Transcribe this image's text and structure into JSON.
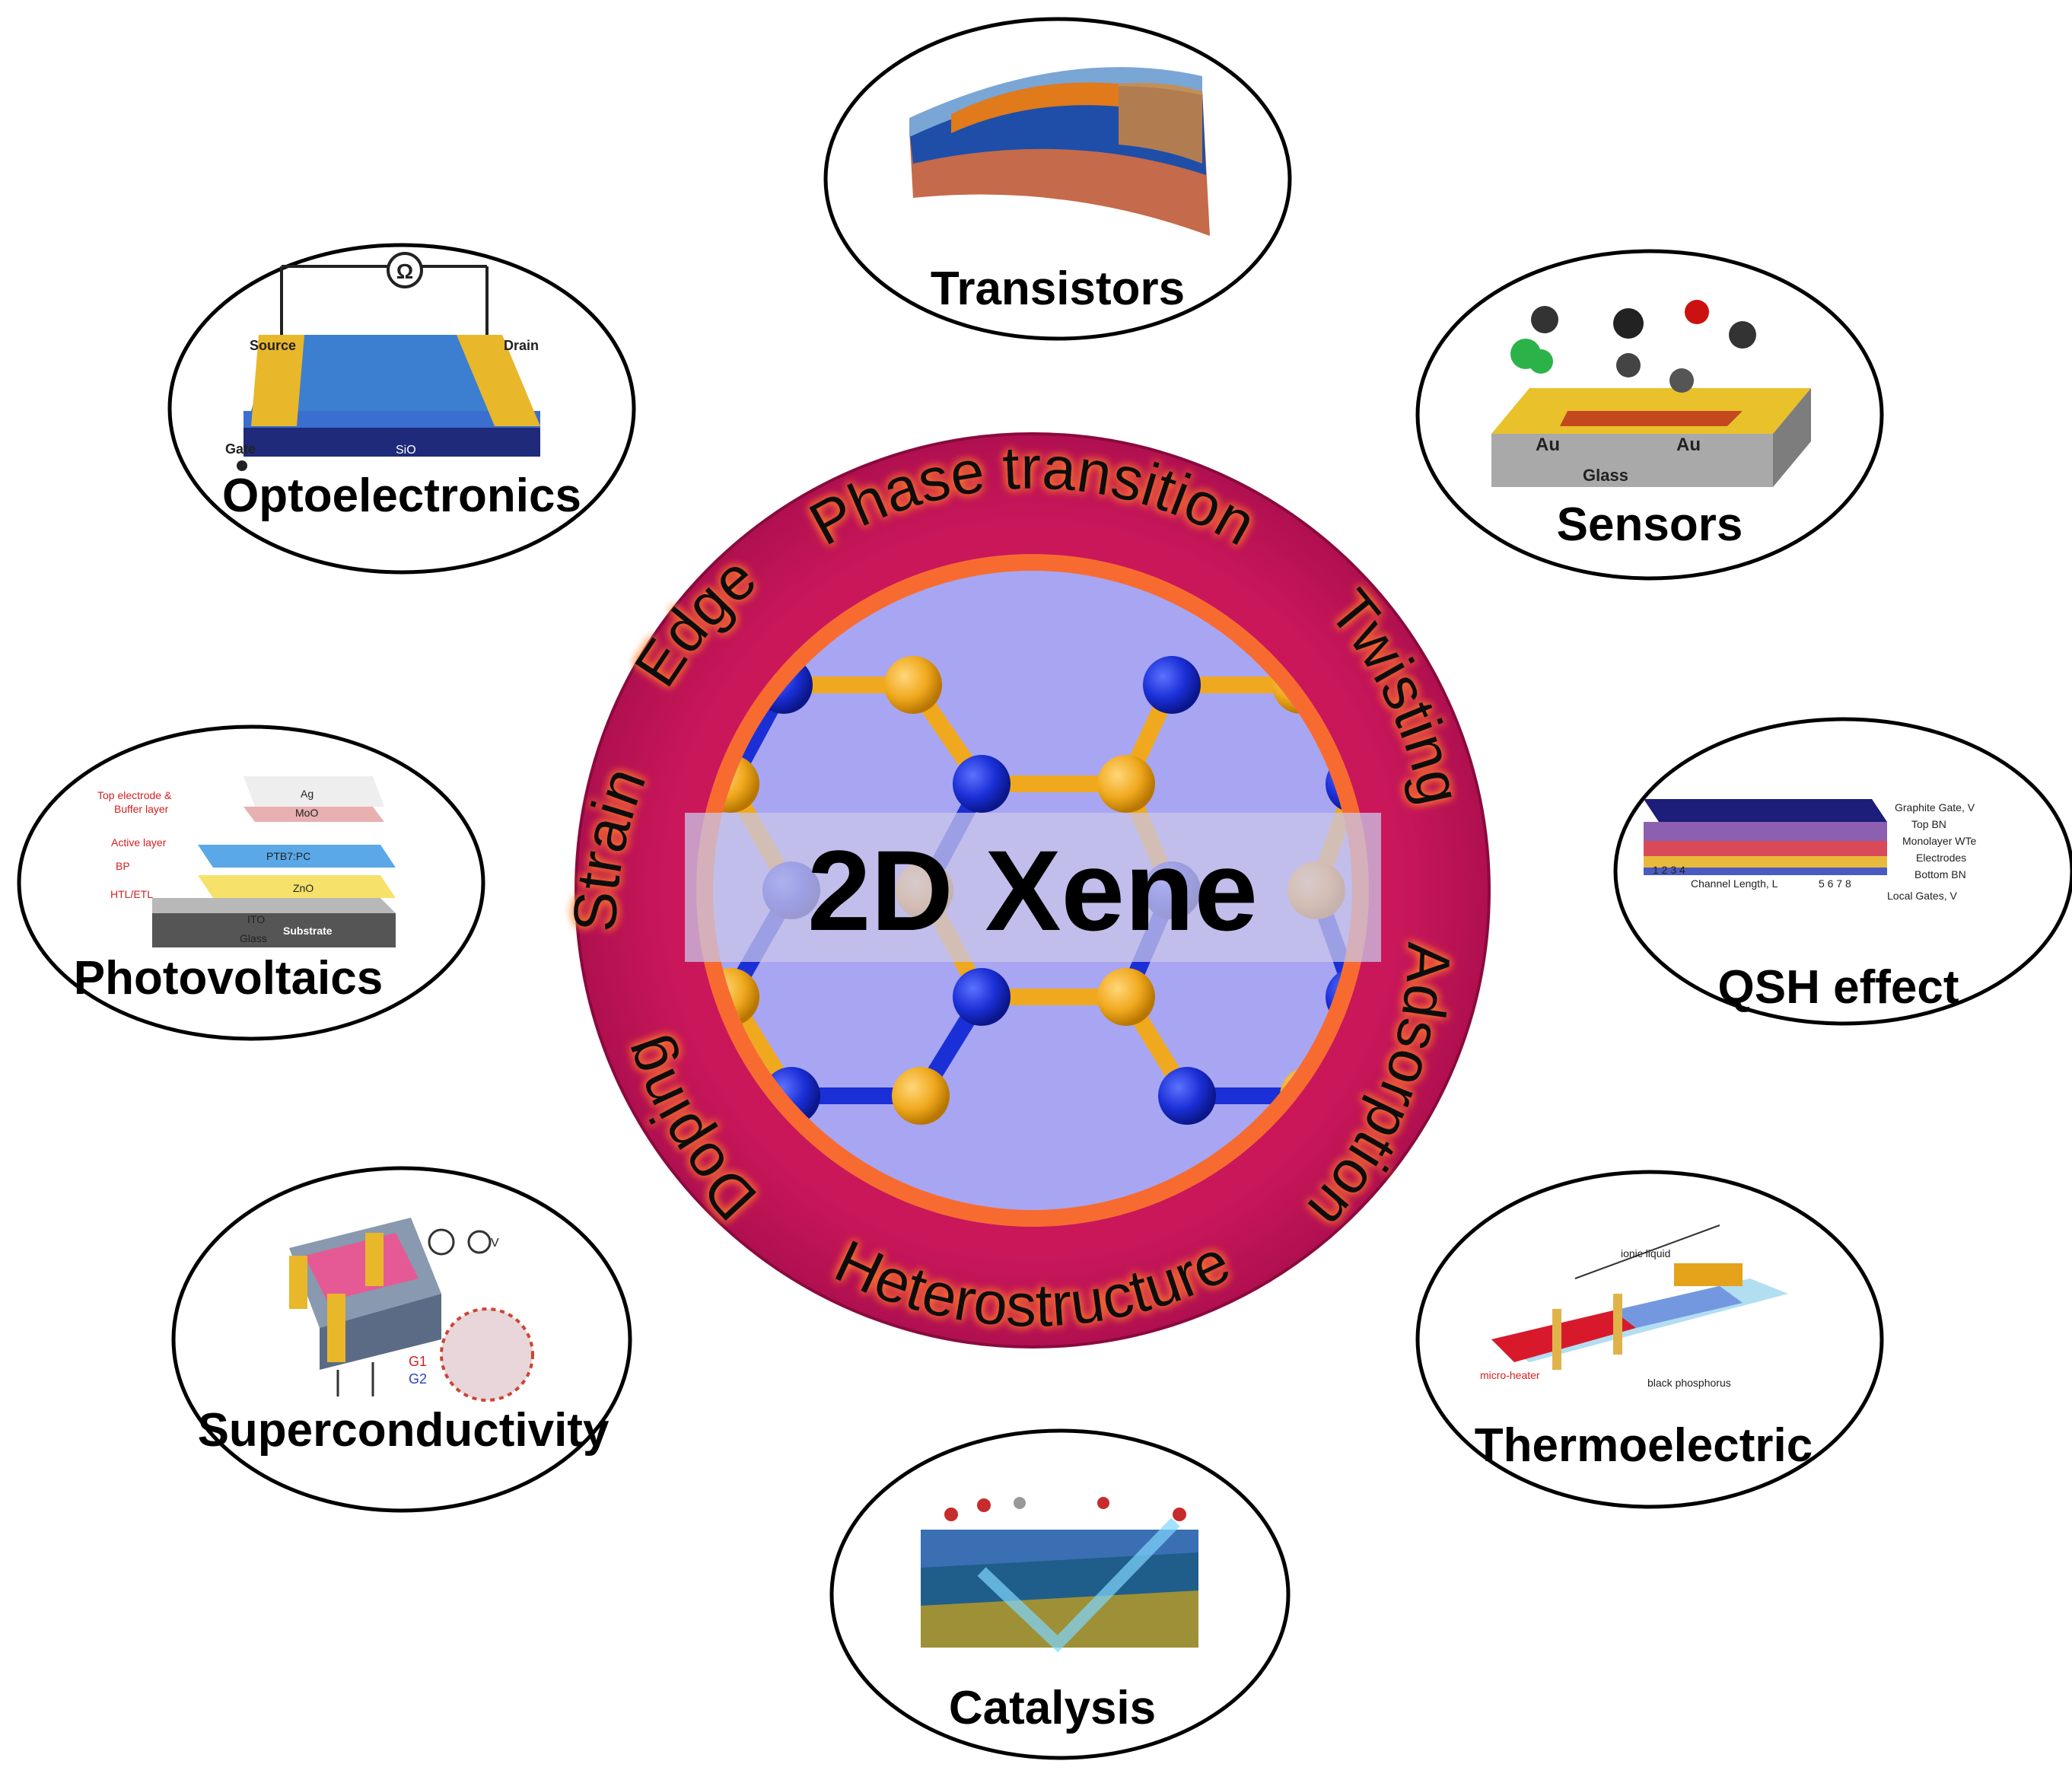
{
  "center": {
    "title": "2D Xene",
    "colors": {
      "ring": "#c9175a",
      "disk": "#a8a6f2",
      "atom_blue": "#1a2fd6",
      "atom_gold": "#f0a91e"
    }
  },
  "ring_labels": {
    "phase": "Phase transition",
    "twisting": "Twisting",
    "adsorption": "Adsorption",
    "heterostructure": "Heterostructure",
    "doping": "Doping",
    "strain": "Strain",
    "edge": "Edge"
  },
  "applications": {
    "transistors": {
      "label": "Transistors"
    },
    "sensors": {
      "label": "Sensors",
      "au": "Au",
      "glass": "Glass"
    },
    "qsh": {
      "label": "QSH effect",
      "graphite_gate": "Graphite Gate, V",
      "top_bn": "Top BN",
      "monolayer": "Monolayer WTe",
      "electrodes": "Electrodes",
      "bottom_bn": "Bottom BN",
      "local_gates": "Local Gates, V",
      "channel_length": "Channel Length, L",
      "nums_left": "1 2 3 4",
      "nums_right": "5  6  7  8"
    },
    "thermoelectric": {
      "label": "Thermoelectric",
      "ionic": "ionic liquid",
      "bp": "black phosphorus",
      "heater": "micro-heater"
    },
    "catalysis": {
      "label": "Catalysis"
    },
    "superconductivity": {
      "label": "Superconductivity",
      "vbias": "V",
      "g1": "G1",
      "g2": "G2"
    },
    "photovoltaics": {
      "label": "Photovoltaics",
      "top_electrode": "Top electrode &",
      "buffer": "Buffer layer",
      "active": "Active layer",
      "bp": "BP",
      "htl": "HTL/ETL",
      "ag": "Ag",
      "moo3": "MoO",
      "ptb7": "PTB7:PC",
      "zno": "ZnO",
      "ito": "ITO",
      "substrate": "Substrate",
      "glass": "Glass"
    },
    "optoelectronics": {
      "label": "Optoelectronics",
      "ohm": "Ω",
      "source": "Source",
      "drain": "Drain",
      "gate": "Gate",
      "sio2": "SiO",
      "si": "Si"
    }
  }
}
